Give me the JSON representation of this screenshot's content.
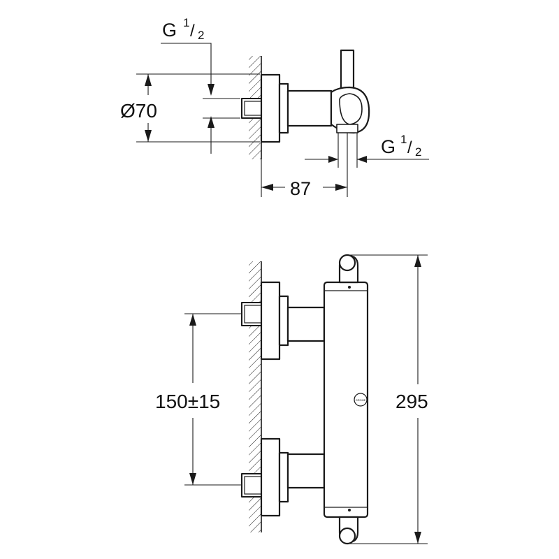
{
  "top_view": {
    "thread_top_label": {
      "main": "G",
      "num": "1",
      "den": "2"
    },
    "diameter_label": "Ø70",
    "thread_right_label": {
      "main": "G",
      "num": "1",
      "den": "2"
    },
    "depth_label": "87"
  },
  "front_view": {
    "spacing_label": "150±15",
    "height_label": "295",
    "brand_mark": "GROHE"
  }
}
